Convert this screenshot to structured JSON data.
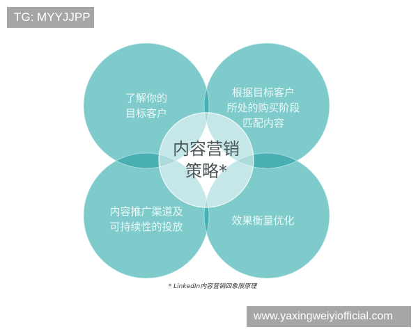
{
  "watermark_top": "TG: MYYJJPP",
  "watermark_bottom": "www.yaxingweiyiofficial.com",
  "colors": {
    "circle_fill": "#7fcbcc",
    "overlap_fill": "#4aafb2",
    "center_fill": "#cdeaec",
    "text_light": "#eaf8f8",
    "text_dark": "#4a5558"
  },
  "diagram": {
    "center": "内容营销\n策略*",
    "quadrants": [
      {
        "position": "top-left",
        "label": "了解你的\n目标客户"
      },
      {
        "position": "top-right",
        "label": "根据目标客户\n所处的购买阶段\n匹配内容"
      },
      {
        "position": "bottom-left",
        "label": "内容推广渠道及\n可持续性的投放"
      },
      {
        "position": "bottom-right",
        "label": "效果衡量优化"
      }
    ],
    "caption": "* LinkedIn内容营销四象限原理"
  }
}
